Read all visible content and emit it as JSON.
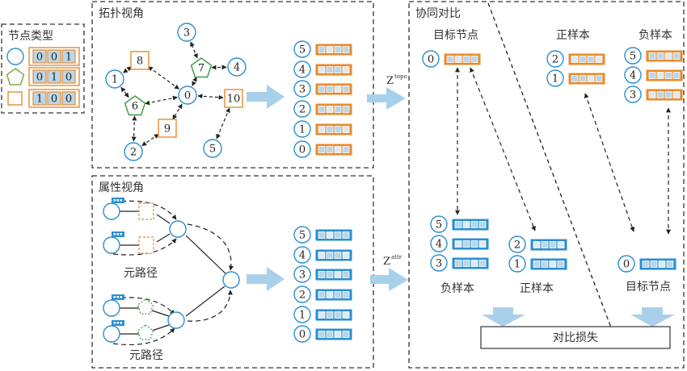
{
  "colors": {
    "blue": "#2a8fcf",
    "green": "#3a9a3a",
    "orange": "#e98a2a",
    "light_blue": "#a8cfe6",
    "cell_fill": "#b9d7ea",
    "cell_fill_light": "#dfe9f0",
    "arrow_fill": "#a9d0ea",
    "legend_green": "#7da23a"
  },
  "legend": {
    "title": "节点类型",
    "rows": [
      {
        "shape": "circle",
        "code": [
          "0",
          "0",
          "1"
        ]
      },
      {
        "shape": "pentagon",
        "code": [
          "0",
          "1",
          "0"
        ]
      },
      {
        "shape": "square",
        "code": [
          "1",
          "0",
          "0"
        ]
      }
    ]
  },
  "topology_view": {
    "title": "拓扑视角",
    "nodes": [
      {
        "id": "0",
        "type": "circle"
      },
      {
        "id": "1",
        "type": "circle"
      },
      {
        "id": "2",
        "type": "circle"
      },
      {
        "id": "3",
        "type": "circle"
      },
      {
        "id": "4",
        "type": "circle"
      },
      {
        "id": "5",
        "type": "circle"
      },
      {
        "id": "6",
        "type": "pentagon"
      },
      {
        "id": "7",
        "type": "pentagon"
      },
      {
        "id": "8",
        "type": "square"
      },
      {
        "id": "9",
        "type": "square"
      },
      {
        "id": "10",
        "type": "square"
      }
    ],
    "edges": [
      [
        "0",
        "7"
      ],
      [
        "0",
        "8"
      ],
      [
        "0",
        "6"
      ],
      [
        "0",
        "9"
      ],
      [
        "0",
        "10"
      ],
      [
        "7",
        "3"
      ],
      [
        "7",
        "4"
      ],
      [
        "8",
        "1"
      ],
      [
        "1",
        "6"
      ],
      [
        "6",
        "2"
      ],
      [
        "2",
        "9"
      ],
      [
        "10",
        "5"
      ]
    ],
    "embeddings": [
      "5",
      "4",
      "3",
      "2",
      "1",
      "0"
    ],
    "output_label": "Z",
    "output_sup": "topo"
  },
  "attribute_view": {
    "title": "属性视角",
    "metapath_label_1": "元路径",
    "metapath_label_2": "元路径",
    "embeddings": [
      "5",
      "4",
      "3",
      "2",
      "1",
      "0"
    ],
    "output_label": "Z",
    "output_sup": "attr"
  },
  "contrast": {
    "title": "协同对比",
    "top": {
      "target_label": "目标节点",
      "target_node": "0",
      "positive_label": "正样本",
      "positive_nodes": [
        "2",
        "1"
      ],
      "negative_label": "负样本",
      "negative_nodes": [
        "5",
        "4",
        "3"
      ]
    },
    "bottom": {
      "negative_label": "负样本",
      "negative_nodes": [
        "5",
        "4",
        "3"
      ],
      "positive_label": "正样本",
      "positive_nodes": [
        "2",
        "1"
      ],
      "target_label": "目标节点",
      "target_node": "0"
    },
    "loss_label": "对比损失"
  }
}
